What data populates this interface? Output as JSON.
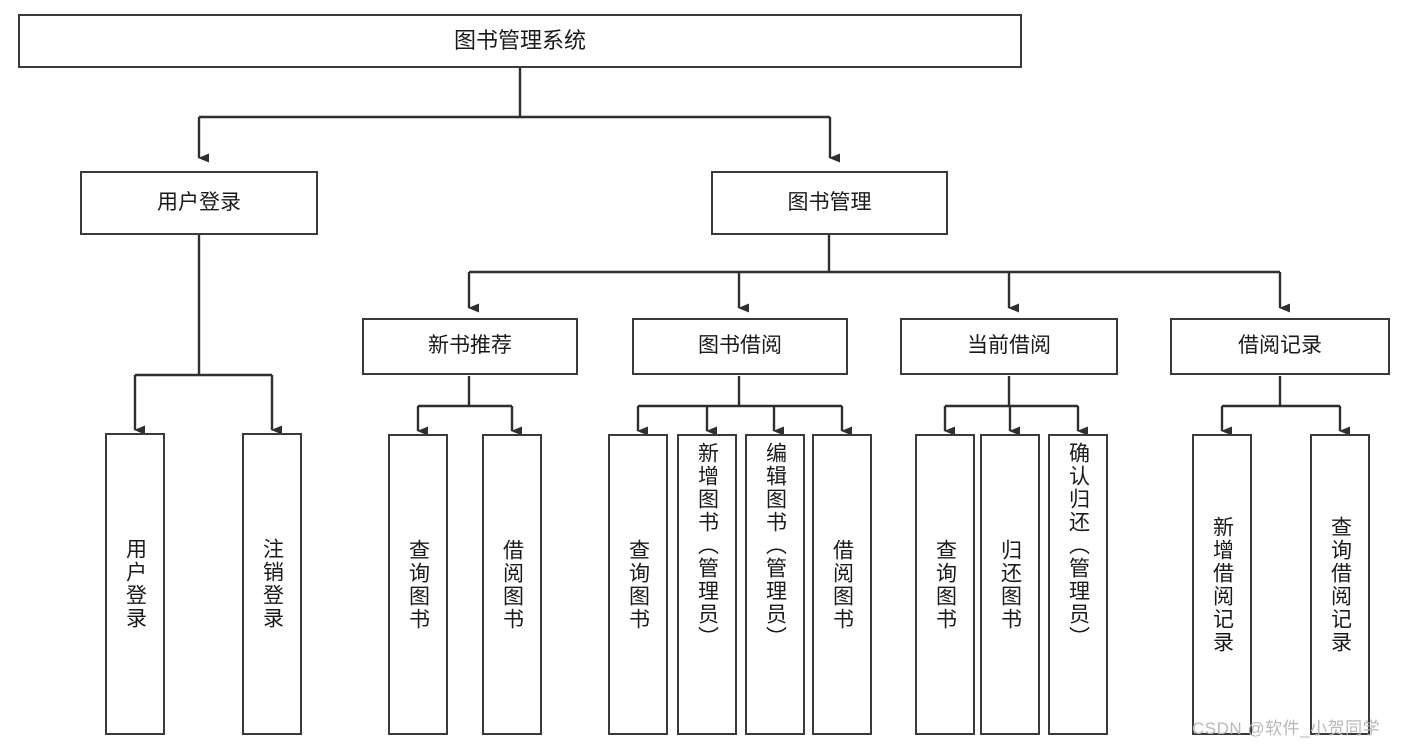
{
  "diagram": {
    "title": "图书管理系统",
    "levels": {
      "root": {
        "label": "图书管理系统"
      },
      "level2": [
        {
          "label": "用户登录"
        },
        {
          "label": "图书管理"
        }
      ],
      "level3": [
        {
          "label": "新书推荐"
        },
        {
          "label": "图书借阅"
        },
        {
          "label": "当前借阅"
        },
        {
          "label": "借阅记录"
        }
      ],
      "leaves": {
        "user_login": [
          {
            "label": "用户登录"
          },
          {
            "label": "注销登录"
          }
        ],
        "new_book_recommend": [
          {
            "label": "查询图书"
          },
          {
            "label": "借阅图书"
          }
        ],
        "book_borrow": [
          {
            "label": "查询图书"
          },
          {
            "label": "新增图书（管理员）"
          },
          {
            "label": "编辑图书（管理员）"
          },
          {
            "label": "借阅图书"
          }
        ],
        "current_borrow": [
          {
            "label": "查询图书"
          },
          {
            "label": "归还图书"
          },
          {
            "label": "确认归还（管理员）"
          }
        ],
        "borrow_record": [
          {
            "label": "新增借阅记录"
          },
          {
            "label": "查询借阅记录"
          }
        ]
      }
    }
  },
  "watermark": {
    "text": "CSDN @软件_小贺同学"
  },
  "colors": {
    "stroke": "#3a3a3a",
    "background": "#ffffff",
    "text": "#1a1a1a",
    "watermark": "#b8b8b8"
  }
}
